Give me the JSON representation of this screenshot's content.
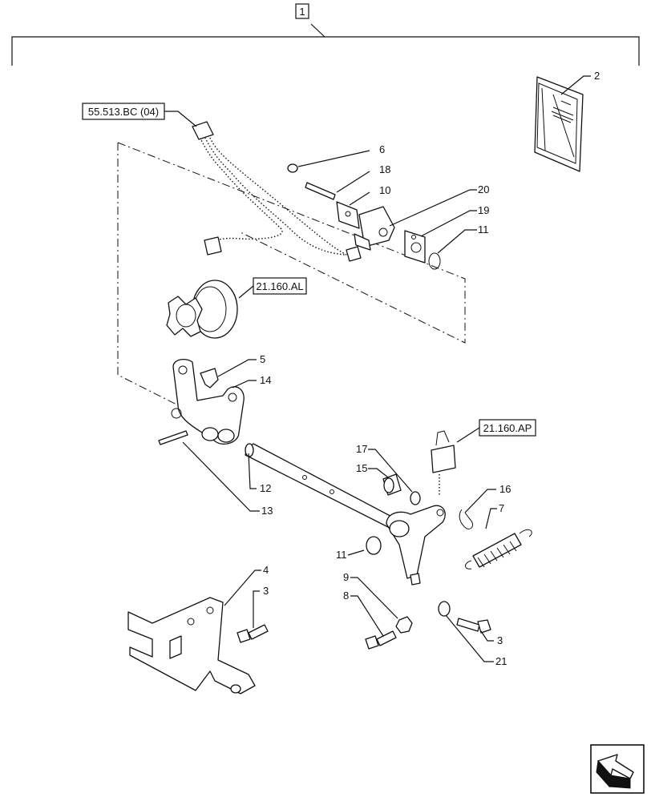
{
  "assembly_label": "1",
  "refs": {
    "ref_55513": "55.513.BC (04)",
    "ref_21160al": "21.160.AL",
    "ref_21160ap": "21.160.AP"
  },
  "callouts": {
    "c2": "2",
    "c6": "6",
    "c18": "18",
    "c10": "10",
    "c20": "20",
    "c19": "19",
    "c11a": "11",
    "c5": "5",
    "c14": "14",
    "c17": "17",
    "c15": "15",
    "c16": "16",
    "c7": "7",
    "c12": "12",
    "c13": "13",
    "c11b": "11",
    "c4": "4",
    "c3a": "3",
    "c9": "9",
    "c8": "8",
    "c3b": "3",
    "c21": "21"
  }
}
